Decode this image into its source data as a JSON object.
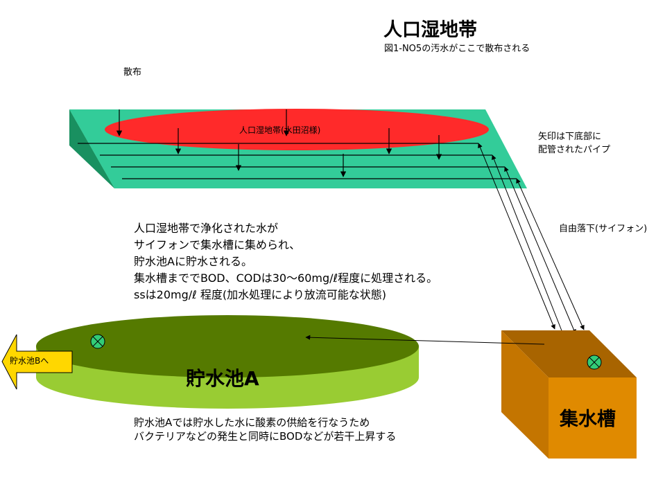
{
  "title": "人口湿地帯",
  "subtitle": "図1-NO5の汚水がここで散布される",
  "spray_label": "散布",
  "wetland_label": "人口湿地帯(水田沼様)",
  "pipe_note": [
    "矢印は下底部に",
    "配管されたパイプ"
  ],
  "siphon_label": "自由落下(サイフォン)",
  "description": [
    "人口湿地帯で浄化された水が",
    "サイフォンで集水槽に集められ、",
    "貯水池Aに貯水される。",
    "集水槽まででBOD、CODは30〜60mg/ℓ程度に処理される。",
    "ssは20mg/ℓ 程度(加水処理により放流可能な状態)"
  ],
  "pond_label": "貯水池A",
  "pond_description": [
    "貯水池Aでは貯水した水に酸素の供給を行なうため",
    "バクテリアなどの発生と同時にBODなどが若干上昇する"
  ],
  "tank_label": "集水槽",
  "outflow_label": "貯水池Bへ",
  "colors": {
    "wetland_top": "#33cc99",
    "wetland_side": "#1a9966",
    "wetland_red": "#ff2a2a",
    "pond_top": "#557a00",
    "pond_side": "#99cc33",
    "tank_front": "#e08a00",
    "tank_top": "#a86400",
    "tank_side": "#c47500",
    "arrow_fill": "#ffd700",
    "valve": "#33cc77"
  }
}
